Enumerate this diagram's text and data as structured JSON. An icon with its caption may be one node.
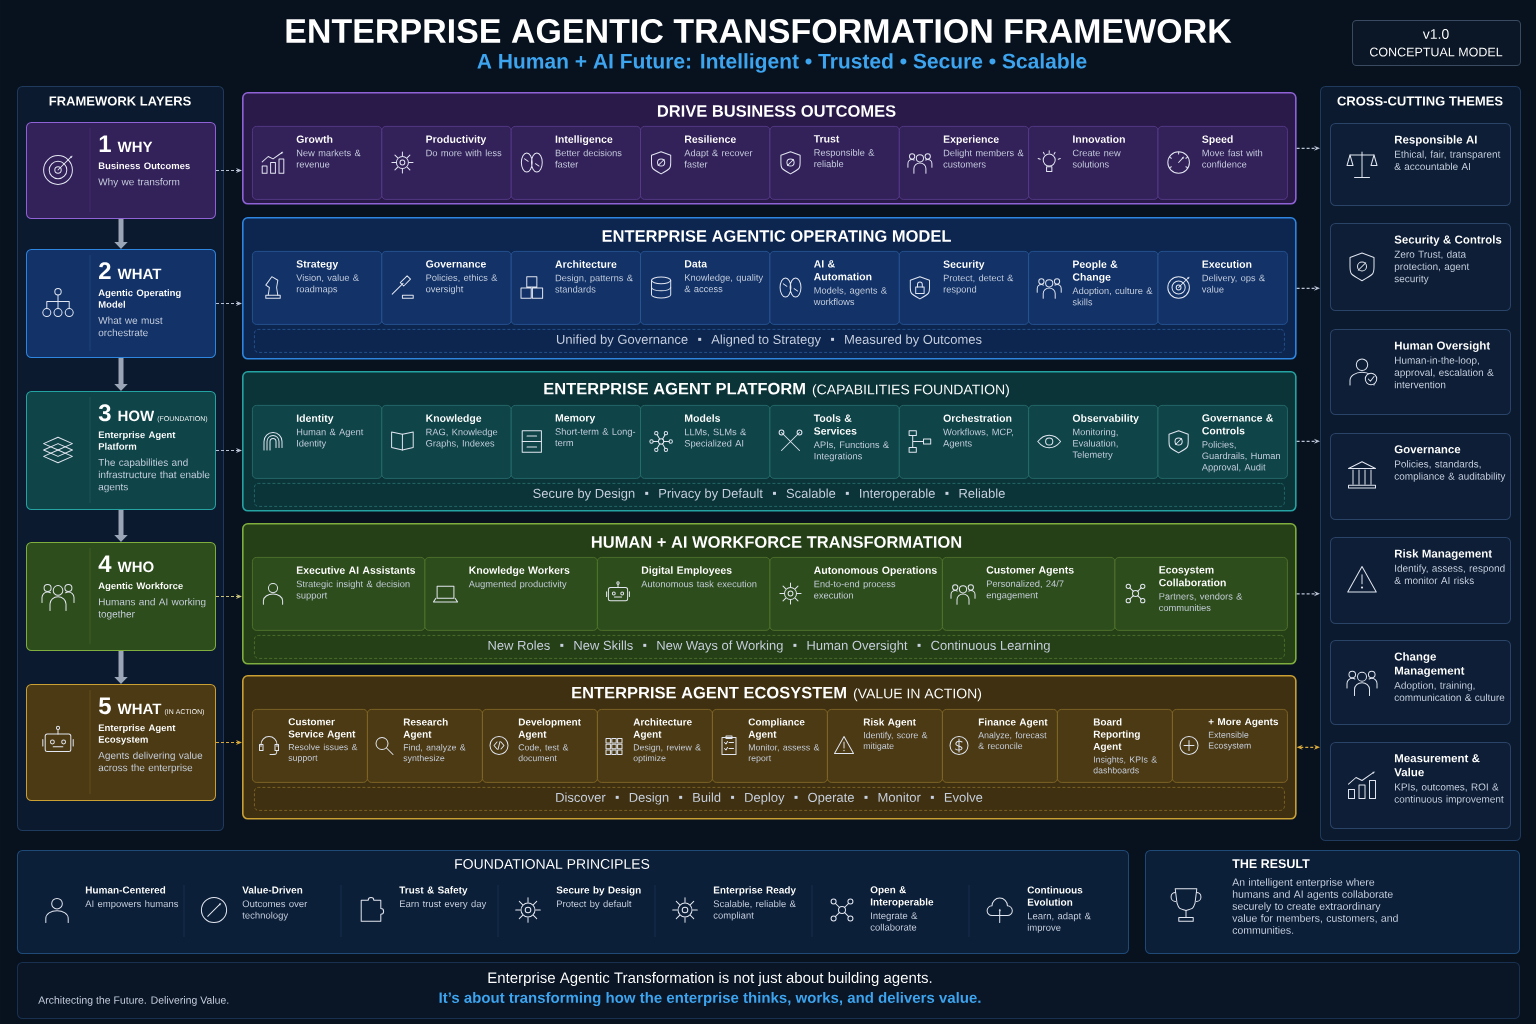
{
  "diagram": {
    "title": "ENTERPRISE AGENTIC TRANSFORMATION FRAMEWORK",
    "nodes": [
      {
        "text": [
          "v1.0",
          "CONCEPTUAL MODEL"
        ]
      },
      {
        "text": [
          "FRAMEWORK LAYERS"
        ]
      },
      {
        "text": [
          "1",
          "WHY",
          "Business Outcomes",
          "Why we transform"
        ],
        "in": 1
      },
      {
        "text": [
          "2",
          "WHAT",
          "Agentic Operating Model",
          "What we must orchestrate"
        ],
        "in": 1
      },
      {
        "text": [
          "3",
          "HOW",
          "(FOUNDATION)",
          "Enterprise Agent Platform",
          "The capabilities and infrastructure that enable agents"
        ],
        "in": 1
      },
      {
        "text": [
          "4",
          "WHO",
          "Agentic Workforce",
          "Humans and AI working together"
        ],
        "in": 1
      },
      {
        "text": [
          "5",
          "WHAT",
          "(IN ACTION)",
          "Enterprise Agent Ecosystem",
          "Agents delivering value across the enterprise"
        ],
        "in": 1
      },
      {
        "text": [
          "DRIVE BUSINESS OUTCOMES"
        ]
      },
      {
        "text": [
          "Growth",
          "New markets & revenue"
        ],
        "in": 7
      },
      {
        "text": [
          "Productivity",
          "Do more with less"
        ],
        "in": 7
      },
      {
        "text": [
          "Intelligence",
          "Better decisions faster"
        ],
        "in": 7
      },
      {
        "text": [
          "Resilience",
          "Adapt & recover faster"
        ],
        "in": 7
      },
      {
        "text": [
          "Trust",
          "Responsible & reliable"
        ],
        "in": 7
      },
      {
        "text": [
          "Experience",
          "Delight members & customers"
        ],
        "in": 7
      },
      {
        "text": [
          "Innovation",
          "Create new solutions"
        ],
        "in": 7
      },
      {
        "text": [
          "Speed",
          "Move fast with confidence"
        ],
        "in": 7
      },
      {
        "text": [
          "ENTERPRISE AGENTIC OPERATING MODEL"
        ]
      },
      {
        "text": [
          "Strategy",
          "Vision, value & roadmaps"
        ],
        "in": 16
      },
      {
        "text": [
          "Governance",
          "Policies, ethics & oversight"
        ],
        "in": 16
      },
      {
        "text": [
          "Architecture",
          "Design, patterns & standards"
        ],
        "in": 16
      },
      {
        "text": [
          "Data",
          "Knowledge, quality & access"
        ],
        "in": 16
      },
      {
        "text": [
          "AI & Automation",
          "Models, agents & workflows"
        ],
        "in": 16
      },
      {
        "text": [
          "Security",
          "Protect, detect & respond"
        ],
        "in": 16
      },
      {
        "text": [
          "People & Change",
          "Adoption, culture & skills"
        ],
        "in": 16
      },
      {
        "text": [
          "Execution",
          "Delivery, ops & value"
        ],
        "in": 16
      },
      {
        "text": [
          "Unified by Governance",
          "Aligned to Strategy",
          "Measured by Outcomes"
        ],
        "in": 16
      },
      {
        "text": [
          "ENTERPRISE AGENT PLATFORM",
          "(CAPABILITIES FOUNDATION)"
        ]
      },
      {
        "text": [
          "Identity",
          "Human & Agent Identity"
        ],
        "in": 26
      },
      {
        "text": [
          "Knowledge",
          "RAG, Knowledge Graphs, Indexes"
        ],
        "in": 26
      },
      {
        "text": [
          "Memory",
          "Short-term & Long-term"
        ],
        "in": 26
      },
      {
        "text": [
          "Models",
          "LLMs, SLMs & Specialized AI"
        ],
        "in": 26
      },
      {
        "text": [
          "Tools & Services",
          "APIs, Functions & Integrations"
        ],
        "in": 26
      },
      {
        "text": [
          "Orchestration",
          "Workflows, MCP, Agents"
        ],
        "in": 26
      },
      {
        "text": [
          "Observability",
          "Monitoring, Evaluation, Telemetry"
        ],
        "in": 26
      },
      {
        "text": [
          "Governance & Controls",
          "Policies, Guardrails, Human Approval, Audit"
        ],
        "in": 26
      },
      {
        "text": [
          "Secure by Design",
          "Privacy by Default",
          "Scalable",
          "Interoperable",
          "Reliable"
        ],
        "in": 26
      },
      {
        "text": [
          "HUMAN + AI WORKFORCE TRANSFORMATION"
        ]
      },
      {
        "text": [
          "Executive AI Assistants",
          "Strategic insight & decision support"
        ],
        "in": 36
      },
      {
        "text": [
          "Knowledge Workers",
          "Augmented productivity"
        ],
        "in": 36
      },
      {
        "text": [
          "Digital Employees",
          "Autonomous task execution"
        ],
        "in": 36
      },
      {
        "text": [
          "Autonomous Operations",
          "End-to-end process execution"
        ],
        "in": 36
      },
      {
        "text": [
          "Customer Agents",
          "Personalized, 24/7 engagement"
        ],
        "in": 36
      },
      {
        "text": [
          "Ecosystem Collaboration",
          "Partners, vendors & communities"
        ],
        "in": 36
      },
      {
        "text": [
          "New Roles",
          "New Skills",
          "New Ways of Working",
          "Human Oversight",
          "Continuous Learning"
        ],
        "in": 36
      },
      {
        "text": [
          "ENTERPRISE AGENT ECOSYSTEM",
          "(VALUE IN ACTION)"
        ]
      },
      {
        "text": [
          "Customer Service Agent",
          "Resolve issues & support"
        ],
        "in": 44
      },
      {
        "text": [
          "Research Agent",
          "Find, analyze & synthesize"
        ],
        "in": 44
      },
      {
        "text": [
          "Development Agent",
          "Code, test & document"
        ],
        "in": 44
      },
      {
        "text": [
          "Architecture Agent",
          "Design, review & optimize"
        ],
        "in": 44
      },
      {
        "text": [
          "Compliance Agent",
          "Monitor, assess & report"
        ],
        "in": 44
      },
      {
        "text": [
          "Risk Agent",
          "Identify, score & mitigate"
        ],
        "in": 44
      },
      {
        "text": [
          "Finance Agent",
          "Analyze, forecast & reconcile"
        ],
        "in": 44
      },
      {
        "text": [
          "Board Reporting Agent",
          "Insights, KPIs & dashboards"
        ],
        "in": 44
      },
      {
        "text": [
          "+ More Agents",
          "Extensible Ecosystem"
        ],
        "in": 44
      },
      {
        "text": [
          "Discover",
          "Design",
          "Build",
          "Deploy",
          "Operate",
          "Monitor",
          "Evolve"
        ],
        "in": 44
      },
      {
        "text": [
          "CROSS-CUTTING THEMES"
        ]
      },
      {
        "text": [
          "Responsible AI",
          "Ethical, fair, transparent & accountable AI"
        ],
        "in": 55
      },
      {
        "text": [
          "Security & Controls",
          "Zero Trust, data protection, agent security"
        ],
        "in": 55
      },
      {
        "text": [
          "Human Oversight",
          "Human-in-the-loop, approval, escalation & intervention"
        ],
        "in": 55
      },
      {
        "text": [
          "Governance",
          "Policies, standards, compliance & auditability"
        ],
        "in": 55
      },
      {
        "text": [
          "Risk Management",
          "Identify, assess, respond & monitor AI risks"
        ],
        "in": 55
      },
      {
        "text": [
          "Change Management",
          "Adoption, training, communication & culture"
        ],
        "in": 55
      },
      {
        "text": [
          "Measurement & Value",
          "KPIs, outcomes, ROI & continuous improvement"
        ],
        "in": 55
      },
      {
        "text": [
          "FOUNDATIONAL PRINCIPLES"
        ]
      },
      {
        "text": [
          "Human-Centered",
          "AI empowers humans"
        ],
        "in": 63
      },
      {
        "text": [
          "Value-Driven",
          "Outcomes over technology"
        ],
        "in": 63
      },
      {
        "text": [
          "Trust & Safety",
          "Earn trust every day"
        ],
        "in": 63
      },
      {
        "text": [
          "Secure by Design",
          "Protect by default"
        ],
        "in": 63
      },
      {
        "text": [
          "Enterprise Ready",
          "Scalable, reliable & compliant"
        ],
        "in": 63
      },
      {
        "text": [
          "Open & Interoperable",
          "Integrate & collaborate"
        ],
        "in": 63
      },
      {
        "text": [
          "Continuous Evolution",
          "Learn, adapt & improve"
        ],
        "in": 63
      },
      {
        "text": [
          "THE RESULT",
          "An intelligent enterprise where humans and AI agents collaborate securely to create extraordinary value for members, customers, and communities."
        ]
      },
      {
        "text": [
          "Architecting the Future. Delivering Value.",
          "Enterprise Agentic Transformation is not just about building agents.",
          "It’s about transforming how the enterprise thinks, works, and delivers value."
        ]
      }
    ],
    "edges": [
      {
        "from": 2,
        "to": 3,
        "arrow": "to",
        "style": "thick"
      },
      {
        "from": 3,
        "to": 4,
        "arrow": "to",
        "style": "thick"
      },
      {
        "from": 4,
        "to": 5,
        "arrow": "to",
        "style": "thick"
      },
      {
        "from": 5,
        "to": 6,
        "arrow": "to",
        "style": "thick"
      },
      {
        "from": 2,
        "to": 7,
        "arrow": "to",
        "style": "dashed"
      },
      {
        "from": 3,
        "to": 16,
        "arrow": "to",
        "style": "dashed"
      },
      {
        "from": 4,
        "to": 26,
        "arrow": "to",
        "style": "dashed"
      },
      {
        "from": 5,
        "to": 36,
        "arrow": "to",
        "style": "dashed",
        "color": "#c8c27a"
      },
      {
        "from": 6,
        "to": 44,
        "arrow": "to",
        "style": "dashed",
        "color": "#d9a93a"
      },
      {
        "from": 7,
        "to": 55,
        "arrow": "to",
        "style": "dashed"
      },
      {
        "from": 16,
        "to": 55,
        "arrow": "to",
        "style": "dashed"
      },
      {
        "from": 26,
        "to": 55,
        "arrow": "to",
        "style": "dashed"
      },
      {
        "from": 36,
        "to": 55,
        "arrow": "to",
        "style": "dashed"
      },
      {
        "from": 44,
        "to": 55,
        "arrow": "both",
        "style": "dashed",
        "color": "#d9a93a"
      }
    ],
    "labels": [
      "A Human + AI Future: Intelligent • Trusted • Secure • Scalable"
    ]
  }
}
